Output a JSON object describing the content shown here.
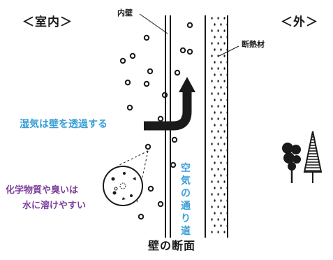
{
  "labels": {
    "indoor": "＜室内＞",
    "outdoor": "＜外＞",
    "inner_wall": "内壁",
    "insulation": "断熱材",
    "moisture": "湿気は壁を透過する",
    "air_passage": "空気の通り道",
    "chemicals_line1": "化学物質や臭いは",
    "chemicals_line2": "水に溶けやすい",
    "caption": "壁の断面"
  },
  "colors": {
    "ink": "#1a1a1a",
    "moisture_text": "#3a9fd6",
    "air_text": "#3a9fd6",
    "chemicals_text": "#7b3f9c"
  },
  "icons": [
    "moisture-arrow-icon",
    "droplet-icon",
    "magnifier-circle-icon",
    "deciduous-tree-icon",
    "conifer-tree-icon"
  ]
}
